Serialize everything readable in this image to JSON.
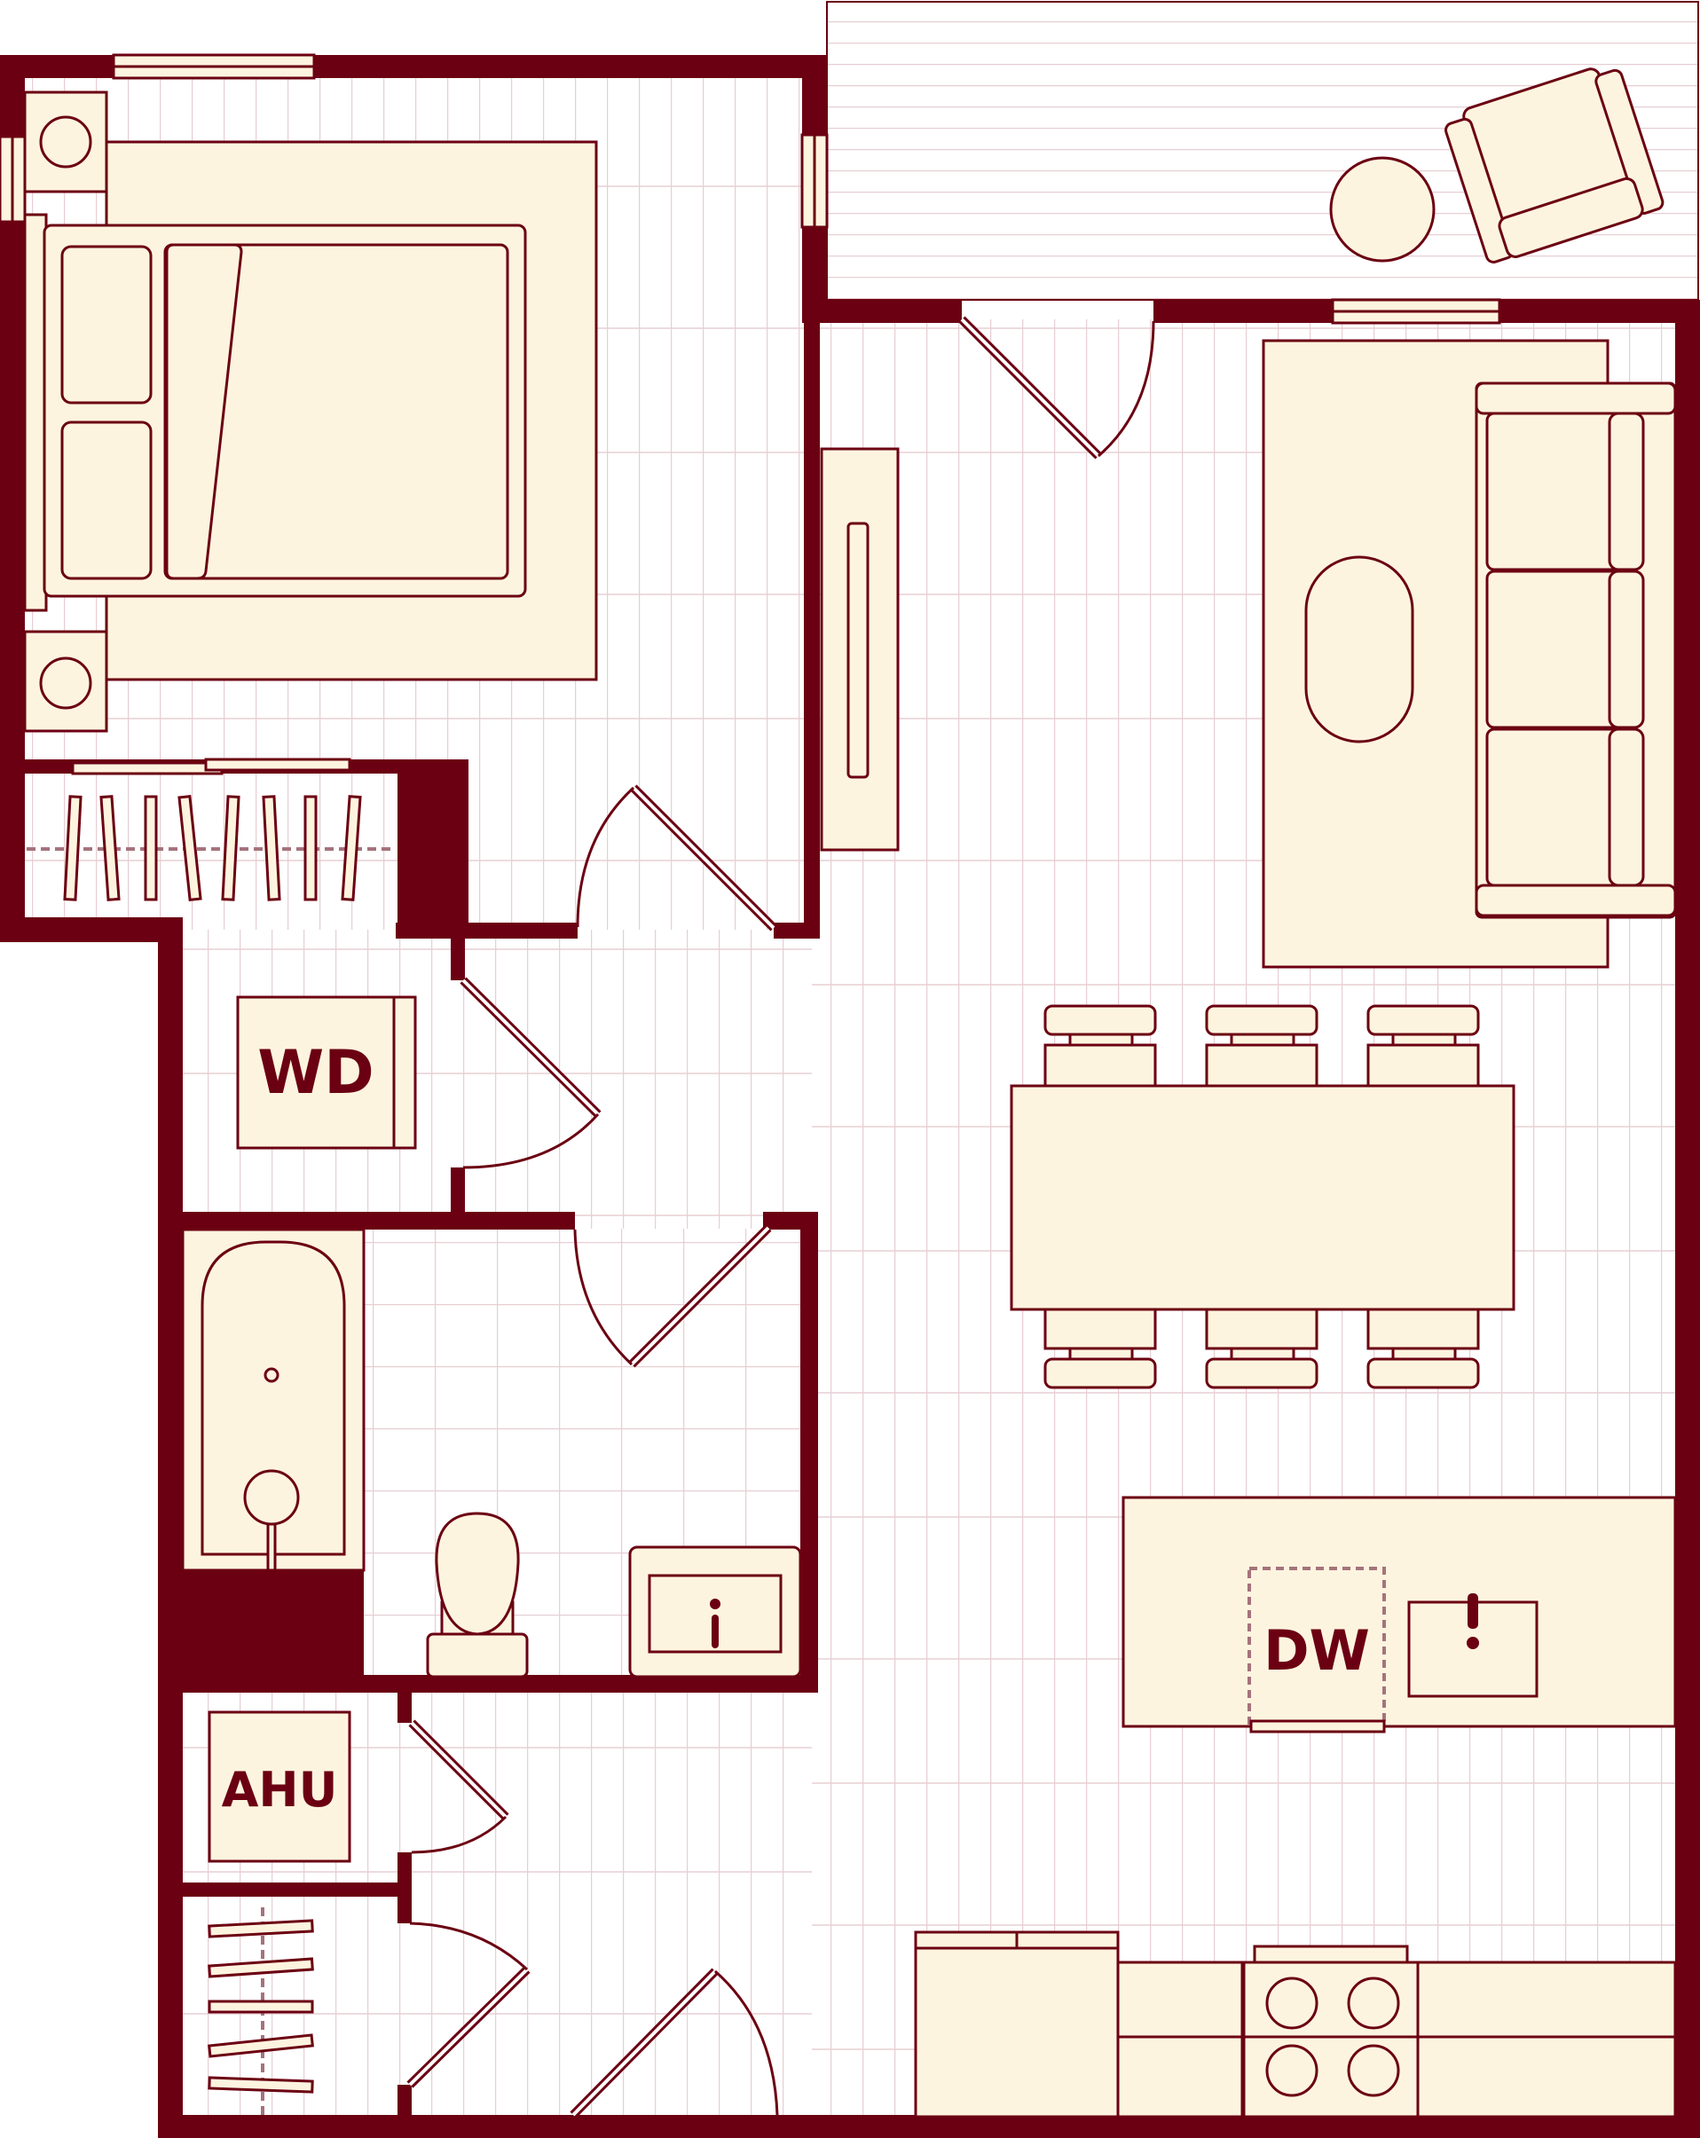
{
  "colors": {
    "wall": "#6b0012",
    "furniture_fill": "#fdf4df",
    "floor_stripe": "#e7cfd3",
    "background": "#ffffff",
    "rod_dash": "#a5737c"
  },
  "labels": {
    "washer_dryer": "WD",
    "dishwasher": "DW",
    "air_handler": "AHU"
  },
  "icons": {
    "sink": "faucet-mark-icon",
    "toilet": "toilet-icon",
    "bathtub": "bathtub-icon",
    "cooktop": "cooktop-icon"
  }
}
